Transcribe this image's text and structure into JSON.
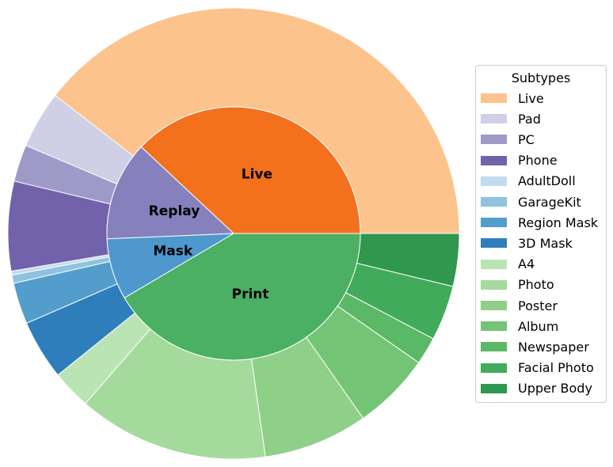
{
  "chart_data": {
    "type": "pie",
    "subtype": "nested-donut",
    "inner": [
      {
        "label": "Live",
        "value": 50.0,
        "color": "#f3711d"
      },
      {
        "label": "Replay",
        "value": 16.65,
        "color": "#8680bd"
      },
      {
        "label": "Mask",
        "value": 10.27,
        "color": "#4f98ce"
      },
      {
        "label": "Print",
        "value": 54.6,
        "color": "#4bb063"
      }
    ],
    "outer": [
      {
        "label": "Live",
        "value": 50.0,
        "color": "#fcc38d"
      },
      {
        "label": "Pad",
        "value": 5.19,
        "color": "#cfcfe6"
      },
      {
        "label": "PC",
        "value": 3.35,
        "color": "#9e9ac8"
      },
      {
        "label": "Phone",
        "value": 8.11,
        "color": "#7262ac"
      },
      {
        "label": "AdultDoll",
        "value": 0.35,
        "color": "#c3dbee"
      },
      {
        "label": "GarageKit",
        "value": 0.75,
        "color": "#8fc2de"
      },
      {
        "label": "Region Mask",
        "value": 3.75,
        "color": "#529dcc"
      },
      {
        "label": "3D Mask",
        "value": 5.42,
        "color": "#2f7ebc"
      },
      {
        "label": "A4",
        "value": 3.54,
        "color": "#bae4b3"
      },
      {
        "label": "Photo",
        "value": 17.28,
        "color": "#a5da9d"
      },
      {
        "label": "Poster",
        "value": 9.46,
        "color": "#8ed087"
      },
      {
        "label": "Album",
        "value": 7.05,
        "color": "#74c476"
      },
      {
        "label": "Newspaper",
        "value": 2.5,
        "color": "#5bb867"
      },
      {
        "label": "Facial Photo",
        "value": 5.0,
        "color": "#41ab5c"
      },
      {
        "label": "Upper Body",
        "value": 4.77,
        "color": "#2f974e"
      }
    ],
    "start_angle": 0,
    "direction": "counterclockwise",
    "legend": {
      "title": "Subtypes",
      "placement": "right"
    }
  }
}
